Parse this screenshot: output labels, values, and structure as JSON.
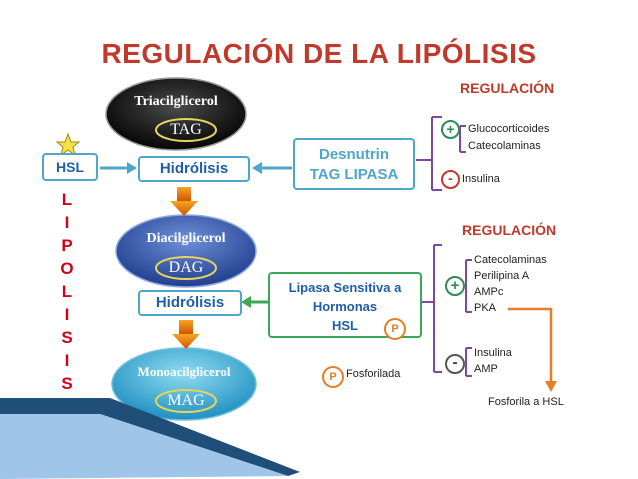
{
  "title": "REGULACIÓN DE LA LIPÓLISIS",
  "vertical_word": [
    "L",
    "I",
    "P",
    "O",
    "L",
    "I",
    "S",
    "I",
    "S"
  ],
  "ovals": {
    "tag": {
      "name": "Triacilglicerol",
      "abbr": "TAG"
    },
    "dag": {
      "name": "Diacilglicerol",
      "abbr": "DAG"
    },
    "mag": {
      "name": "Monoacilglicerol",
      "abbr": "MAG"
    }
  },
  "hsl_label": "HSL",
  "hidrolisis_1": "Hidrólisis",
  "hidrolisis_2": "Hidrólisis",
  "desnutrin": {
    "line1": "Desnutrin",
    "line2": "TAG LIPASA"
  },
  "lipasa": {
    "line1": "Lipasa Sensitiva a",
    "line2": "Hormonas",
    "line3": "HSL"
  },
  "p_symbol": "P",
  "fosforilada": "Fosforilada",
  "regulacion_1": {
    "heading": "REGULACIÓN",
    "plus_sign": "+",
    "minus_sign": "-",
    "positive": [
      "Glucocorticoides",
      "Catecolaminas"
    ],
    "negative": [
      "Insulina"
    ]
  },
  "regulacion_2": {
    "heading": "REGULACIÓN",
    "plus_sign": "+",
    "minus_sign": "-",
    "positive": [
      "Catecolaminas",
      "Perilipina A",
      "AMPc",
      "PKA"
    ],
    "negative": [
      "Insulina",
      "AMP"
    ]
  },
  "fosforila_hsl": "Fosforila a HSL",
  "colors": {
    "title_red": "#c0392b",
    "arrow_orange": "#e57e25",
    "border_blue": "#4fa6c9",
    "border_green": "#3aa856",
    "text_blue": "#1f5fa8",
    "letters_red": "#d0021b",
    "bracket_purple": "#7b4aa0"
  }
}
